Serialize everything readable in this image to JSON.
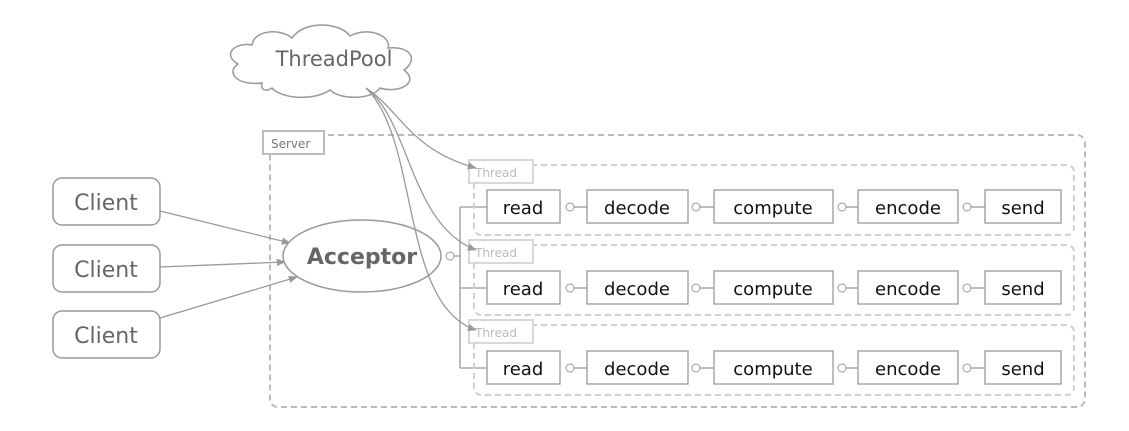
{
  "threadpool": {
    "label": "ThreadPool"
  },
  "server": {
    "label": "Server"
  },
  "clients": [
    {
      "label": "Client"
    },
    {
      "label": "Client"
    },
    {
      "label": "Client"
    }
  ],
  "acceptor": {
    "label": "Acceptor"
  },
  "threads": [
    {
      "label": "Thread",
      "steps": [
        "read",
        "decode",
        "compute",
        "encode",
        "send"
      ]
    },
    {
      "label": "Thread",
      "steps": [
        "read",
        "decode",
        "compute",
        "encode",
        "send"
      ]
    },
    {
      "label": "Thread",
      "steps": [
        "read",
        "decode",
        "compute",
        "encode",
        "send"
      ]
    }
  ],
  "colors": {
    "line": "#999999",
    "dashed": "#bbbbbb",
    "thread_dashed": "#d0d0d0",
    "text_dark": "#111111",
    "text_gray": "#666666",
    "text_light": "#bbbbbb"
  }
}
